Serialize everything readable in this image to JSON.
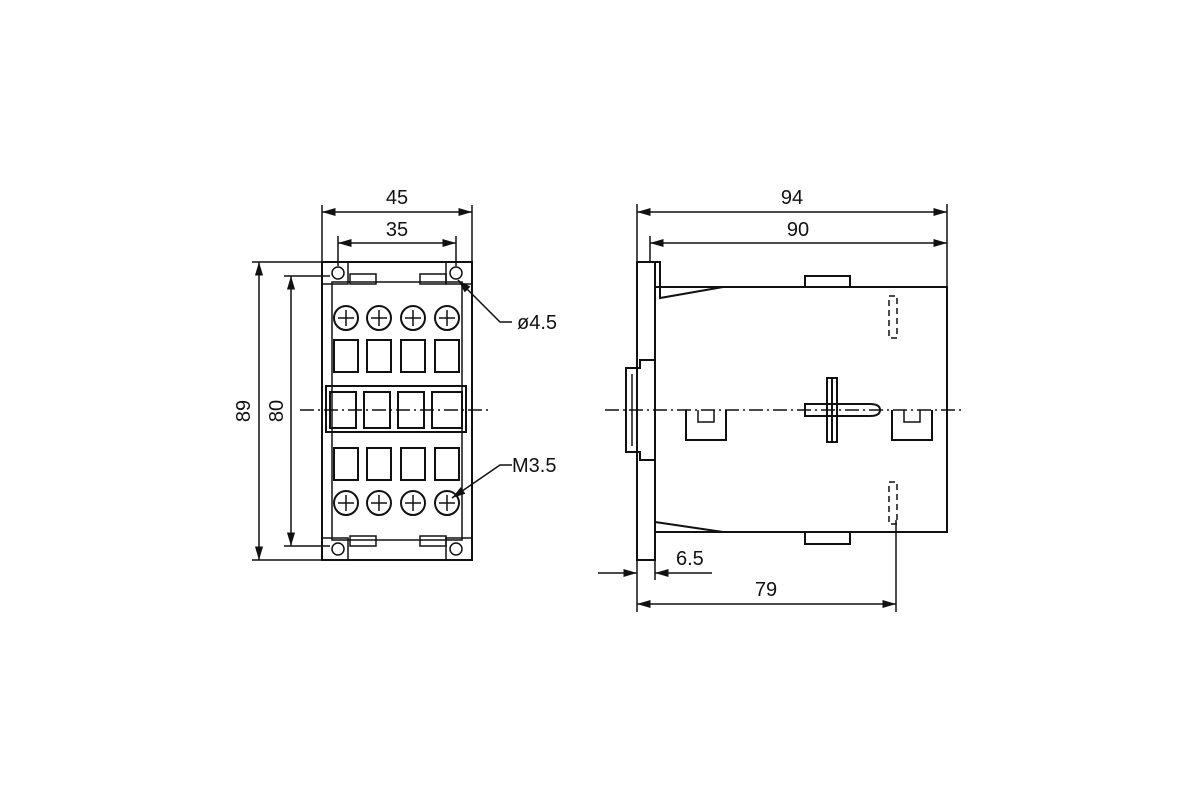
{
  "front_view": {
    "width_overall": "45",
    "width_mounting": "35",
    "height_overall": "89",
    "height_mounting": "80",
    "hole_diameter": "ø4.5",
    "screw_size": "M3.5"
  },
  "side_view": {
    "depth_overall": "94",
    "depth_body": "90",
    "rail_offset": "6.5",
    "depth_to_fixing": "79"
  },
  "colors": {
    "line": "#111111",
    "background": "#ffffff"
  }
}
